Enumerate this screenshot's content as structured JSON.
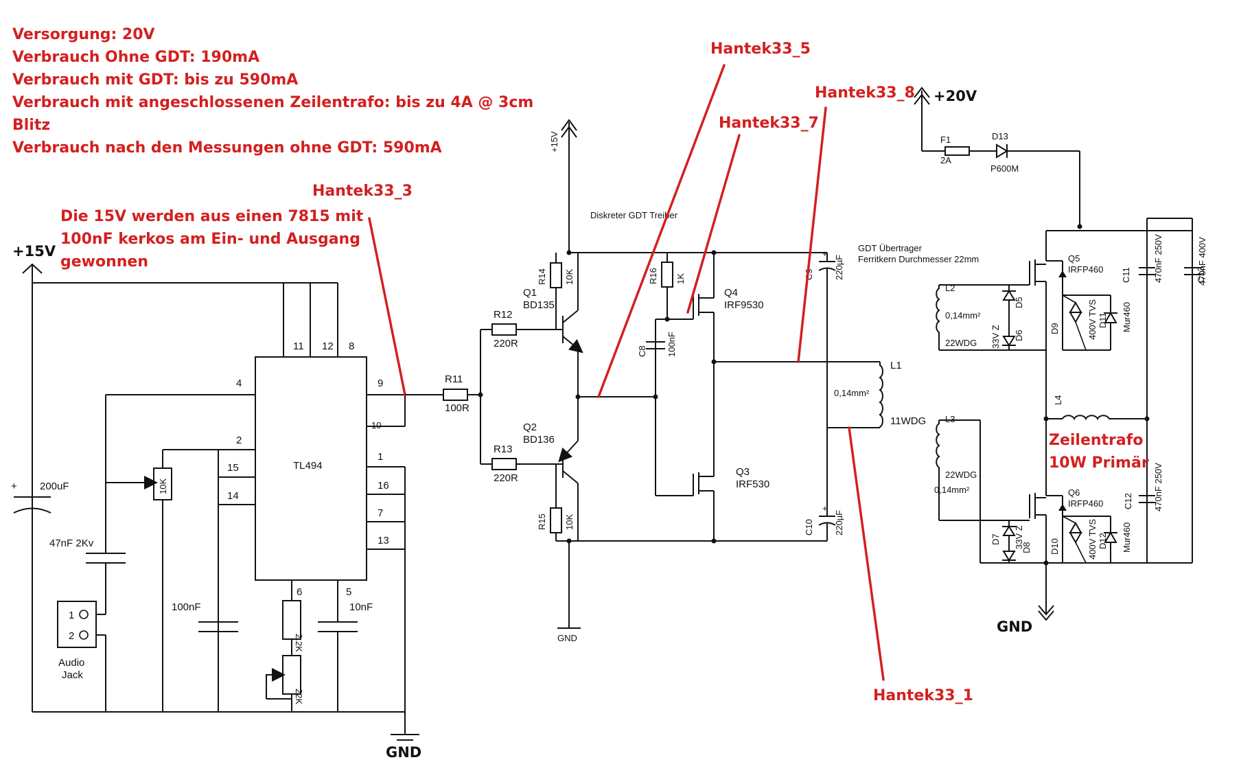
{
  "notes": [
    "Versorgung: 20V",
    "Verbrauch Ohne GDT: 190mA",
    "Verbrauch mit GDT: bis zu 590mA",
    "Verbrauch mit angeschlossenen Zeilentrafo: bis zu 4A @ 3cm",
    "Blitz",
    "Verbrauch nach den Messungen ohne GDT: 590mA"
  ],
  "regulator_note": [
    "Die 15V werden aus einen 7815 mit",
    "100nF kerkos am Ein- und Ausgang",
    "gewonnen"
  ],
  "probes": {
    "p1": "Hantek33_1",
    "p3": "Hantek33_3",
    "p5": "Hantek33_5",
    "p7": "Hantek33_7",
    "p8": "Hantek33_8"
  },
  "rails": {
    "plus15_left": "+15V",
    "plus15_driver": "+15V",
    "plus20": "+20V",
    "gnd_left": "GND",
    "gnd_driver": "GND",
    "gnd_right": "GND"
  },
  "tl494": {
    "name": "TL494",
    "pins": {
      "p4": "4",
      "p2": "2",
      "p15": "15",
      "p14": "14",
      "p11": "11",
      "p12": "12",
      "p8": "8",
      "p9": "9",
      "p10": "10",
      "p1": "1",
      "p16": "16",
      "p7": "7",
      "p13": "13",
      "p6": "6",
      "p5": "5"
    }
  },
  "left_parts": {
    "c_bulk": "200uF",
    "c_bulk_plus": "+",
    "c_jack": "47nF 2Kv",
    "pot_10k": "10K",
    "c_100nf": "100nF",
    "r_2k2": "2.2K",
    "pot_22k": "22K",
    "c_10nf": "10nF",
    "jack_pin1": "1",
    "jack_pin2": "2",
    "jack_line1": "Audio",
    "jack_line2": "Jack"
  },
  "driver": {
    "title": "Diskreter GDT Treiber",
    "r11": "R11",
    "r11v": "100R",
    "r12": "R12",
    "r12v": "220R",
    "r13": "R13",
    "r13v": "220R",
    "r14": "R14",
    "r14v": "10K",
    "r15": "R15",
    "r15v": "10K",
    "r16": "R16",
    "r16v": "1K",
    "q1": "Q1",
    "q1v": "BD135",
    "q2": "Q2",
    "q2v": "BD136",
    "q3": "Q3",
    "q3v": "IRF530",
    "q4": "Q4",
    "q4v": "IRF9530",
    "c8": "C8",
    "c8v": "100nF",
    "c9": "C9",
    "c9v": "220µF",
    "c10": "C10",
    "c10v": "220µF",
    "cap_plus": "+"
  },
  "gdt": {
    "title1": "GDT Übertrager",
    "title2": "Ferritkern Durchmesser 22mm",
    "l1": "L1",
    "l1_wire": "0,14mm²",
    "l1_turns": "11WDG",
    "l2": "L2",
    "l2_wire": "0,14mm²",
    "l2_turns": "22WDG",
    "l3": "L3",
    "l3_wire": "0,14mm²",
    "l3_turns": "22WDG"
  },
  "power": {
    "f1": "F1",
    "f1v": "2A",
    "d13": "D13",
    "d13v": "P600M",
    "q5": "Q5",
    "q5v": "IRFP460",
    "q6": "Q6",
    "q6v": "IRFP460",
    "d5": "D5",
    "d6": "D6",
    "d7": "D7",
    "d8": "D8",
    "zener": "33V Z",
    "zener_b": "33V Z",
    "d9": "D9",
    "d10": "D10",
    "d11": "D11",
    "d12": "D12",
    "tvs": "400V TVS",
    "tvs_b": "400V TVS",
    "mur": "Mur460",
    "mur_b": "Mur460",
    "l4": "L4",
    "c11": "C11",
    "c11v": "470nF 250V",
    "c12": "C12",
    "c12v": "470nF 250V",
    "c13": "C13",
    "c13v": "470nF 400V",
    "flyback1": "Zeilentrafo",
    "flyback2": "10W Primär"
  }
}
